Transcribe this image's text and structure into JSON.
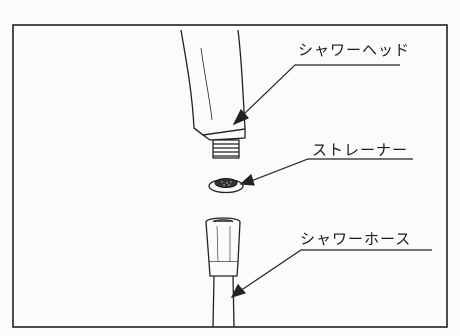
{
  "diagram": {
    "labels": {
      "shower_head": "シャワーヘッド",
      "strainer": "ストレーナー",
      "shower_hose": "シャワーホース"
    }
  }
}
